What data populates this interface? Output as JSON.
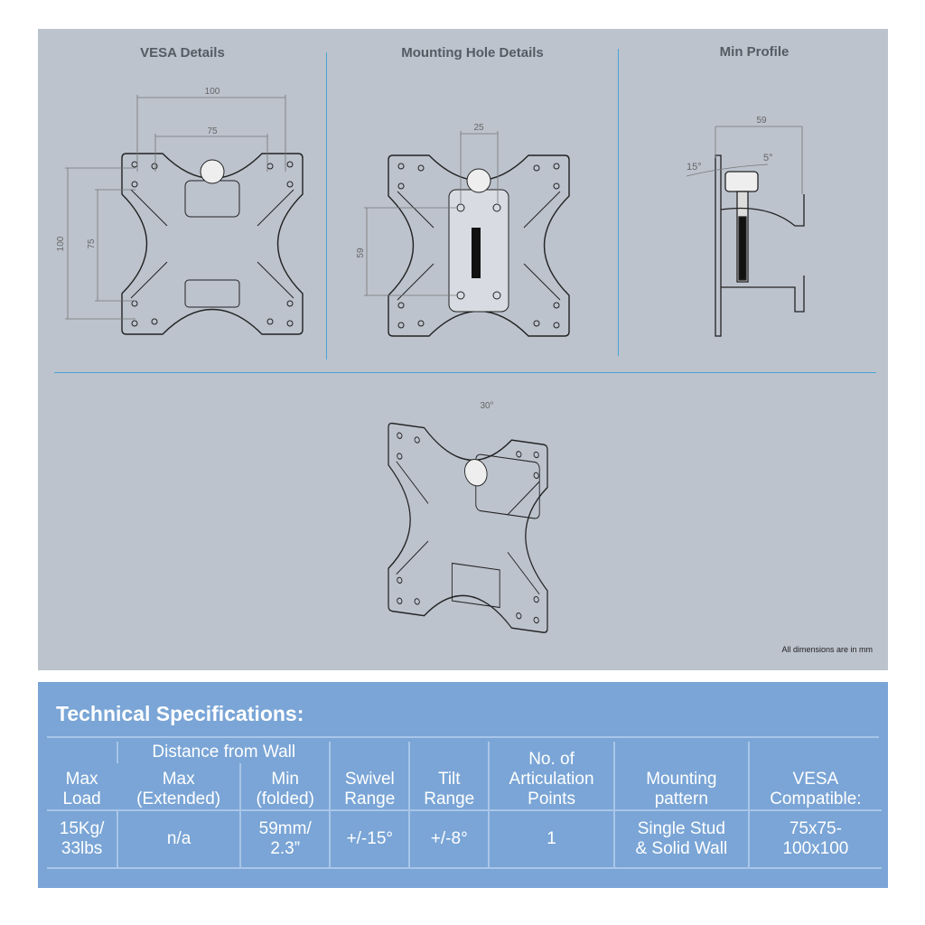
{
  "sections": {
    "vesa": {
      "title": "VESA Details",
      "dims": {
        "top_outer": "100",
        "top_inner": "75",
        "left_outer": "100",
        "left_inner": "75"
      }
    },
    "holes": {
      "title": "Mounting Hole Details",
      "dims": {
        "top": "25",
        "left": "59"
      }
    },
    "profile": {
      "title": "Min Profile",
      "dims": {
        "depth": "59",
        "swivel_left": "15°",
        "swivel_right": "5°"
      }
    },
    "perspective": {
      "angle": "30°"
    }
  },
  "note": "All dimensions are in mm",
  "specs": {
    "title": "Technical Specifications:",
    "group_header": "Distance from Wall",
    "headers": [
      "Max\nLoad",
      "Max\n(Extended)",
      "Min\n(folded)",
      "Swivel\nRange",
      "Tilt\nRange",
      "No. of\nArticulation\nPoints",
      "Mounting\npattern",
      "VESA\nCompatible:"
    ],
    "values": [
      "15Kg/\n33lbs",
      "n/a",
      "59mm/\n2.3”",
      "+/-15°",
      "+/-8°",
      "1",
      "Single Stud\n& Solid Wall",
      "75x75-\n100x100"
    ]
  },
  "colors": {
    "panel": "#bcc3cd",
    "specs_bg": "#7aa5d6",
    "divider": "#4aa3d6"
  }
}
